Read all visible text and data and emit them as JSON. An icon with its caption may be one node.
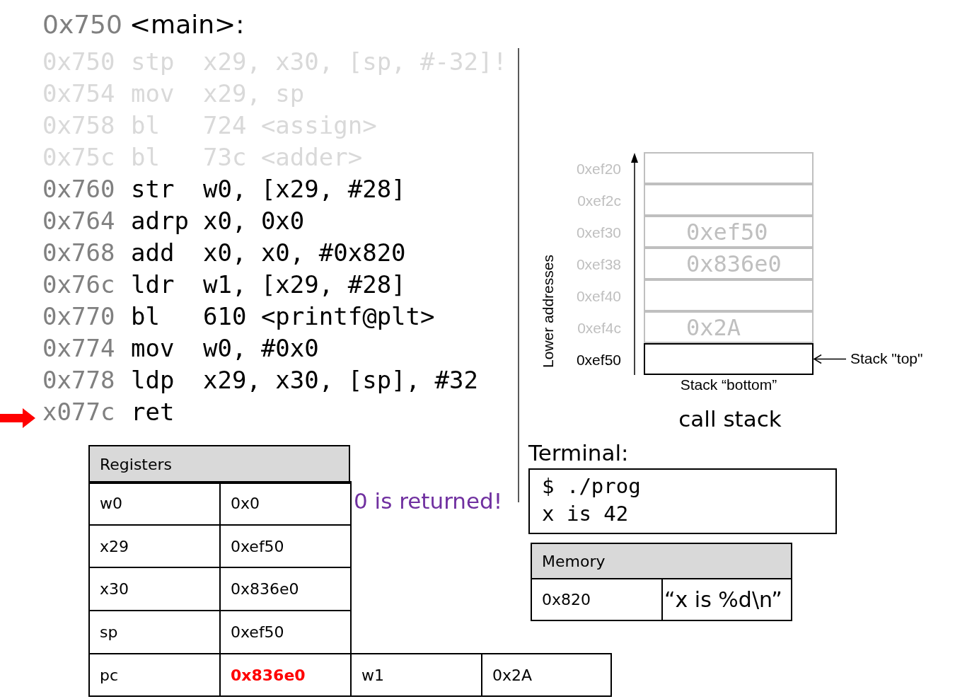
{
  "diagram": {
    "nodes": [
      {
        "text": [],
        "shape": "box",
        "beside": [
          "0xef20"
        ]
      },
      {
        "text": [],
        "shape": "box",
        "beside": [
          "0xef2c"
        ]
      },
      {
        "text": [
          "0xef50"
        ],
        "beside": [
          "0xef30"
        ]
      },
      {
        "text": [
          "0x836e0"
        ],
        "beside": [
          "0xef38"
        ]
      },
      {
        "text": [],
        "shape": "box",
        "beside": [
          "0xef40"
        ]
      },
      {
        "text": [
          "0x2A"
        ],
        "beside": [
          "0xef4c"
        ]
      },
      {
        "text": [],
        "shape": "box",
        "beside": [
          "0xef50"
        ]
      },
      {
        "text": [
          "Stack \"top\""
        ]
      },
      {
        "text": [
          "Terminal:",
          "$ ./prog",
          "x is 42"
        ]
      }
    ],
    "edges": [
      {
        "from": 7,
        "to": 6,
        "arrow": "to"
      }
    ],
    "labels": [
      "0x750",
      "<main>:",
      "0x750",
      "stp",
      "x29, x30, [sp, #-32]!",
      "0x754",
      "mov",
      "x29, sp",
      "0x758",
      "bl",
      "724 <assign>",
      "0x75c",
      "bl",
      "73c <adder>",
      "0x760",
      "str",
      "w0, [x29, #28]",
      "0x764",
      "adrp",
      "x0, 0x0",
      "0x768",
      "add",
      "x0, x0, #0x820",
      "0x76c",
      "ldr",
      "w1, [x29, #28]",
      "0x770",
      "bl",
      "610 <printf@plt>",
      "0x774",
      "mov",
      "w0, #0x0",
      "0x778",
      "ldp",
      "x29, x30, [sp], #32",
      "x077c",
      "ret",
      "Lower addresses",
      "Stack “bottom”",
      "call stack",
      "Registers",
      "w0",
      "0x0",
      "x29",
      "0xef50",
      "x30",
      "0x836e0",
      "sp",
      "0xef50",
      "pc",
      "0x836e0",
      "w1",
      "0x2A",
      "0 is returned!",
      "Memory",
      "0x820",
      "“x is %d\\n”"
    ]
  }
}
